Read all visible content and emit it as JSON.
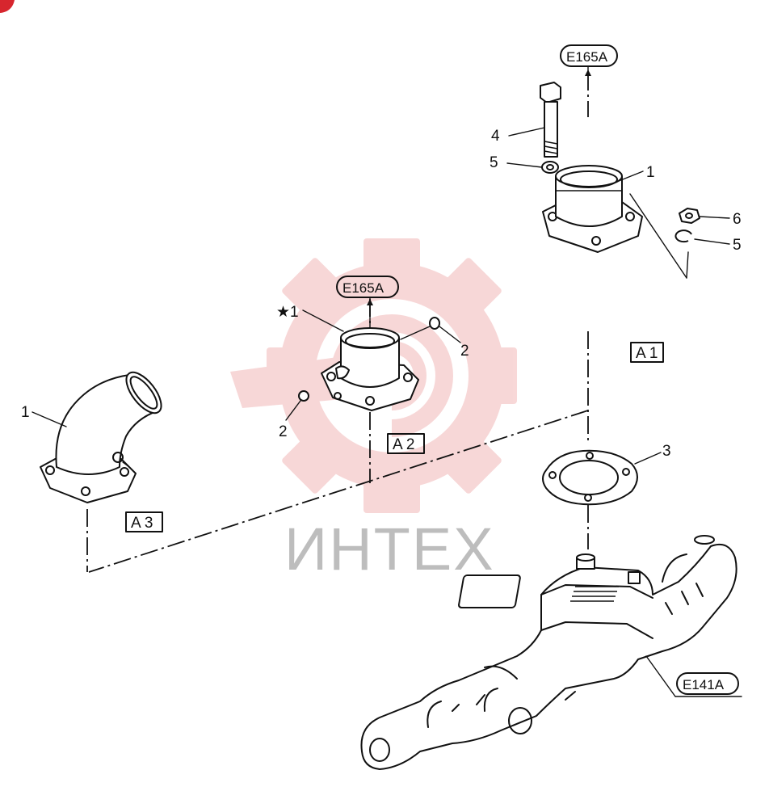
{
  "watermark": {
    "text": "ИНТЕХ",
    "color": "#f2b8b8"
  },
  "corner_mark_color": "#d7262e",
  "references": {
    "top": "E165A",
    "middle": "E165A",
    "manifold": "E141A"
  },
  "groups": {
    "a1": "A 1",
    "a2": "A 2",
    "a3": "A 3"
  },
  "callouts": {
    "top_pipe": "1",
    "top_bolt": "4",
    "top_washer": "5",
    "right_nut": "6",
    "right_washer": "5",
    "gasket": "3",
    "starred_pipe": "★1",
    "plug_right": "2",
    "plug_left": "2",
    "elbow": "1"
  }
}
